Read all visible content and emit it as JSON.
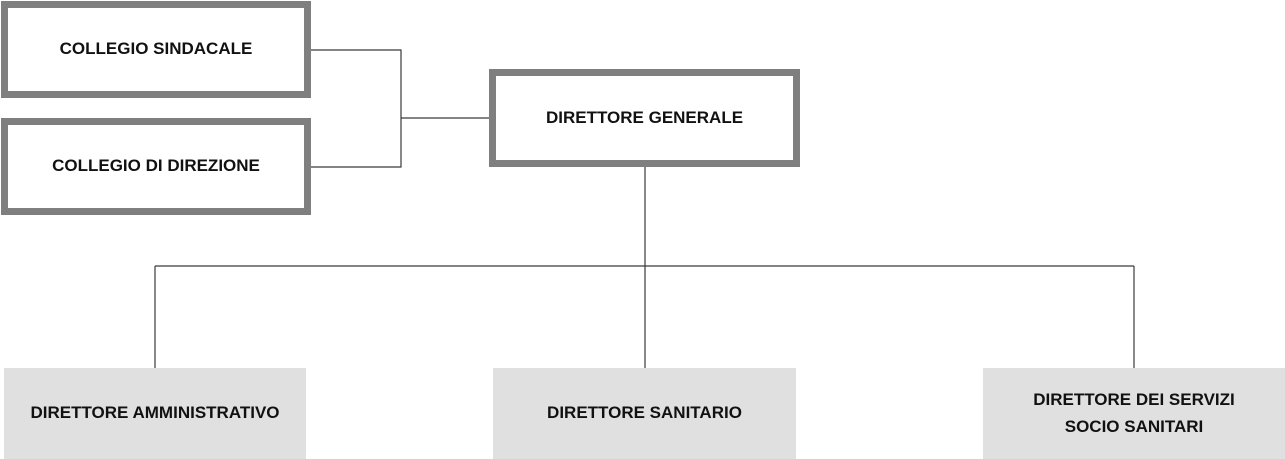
{
  "diagram": {
    "nodes": {
      "collegio_sindacale": "COLLEGIO SINDACALE",
      "collegio_direzione": "COLLEGIO DI DIREZIONE",
      "direttore_generale": "DIRETTORE GENERALE",
      "direttore_amministrativo": "DIRETTORE AMMINISTRATIVO",
      "direttore_sanitario": "DIRETTORE SANITARIO",
      "direttore_servizi": "DIRETTORE DEI SERVIZI\nSOCIO SANITARI"
    },
    "edges": [
      {
        "from": "collegio_sindacale",
        "to": "direttore_generale"
      },
      {
        "from": "collegio_direzione",
        "to": "direttore_generale"
      },
      {
        "from": "direttore_generale",
        "to": "direttore_amministrativo"
      },
      {
        "from": "direttore_generale",
        "to": "direttore_sanitario"
      },
      {
        "from": "direttore_generale",
        "to": "direttore_servizi"
      }
    ],
    "colors": {
      "outline": "#7f7f7f",
      "fill": "#e0e0e0",
      "connector": "#3a3a3a",
      "text": "#111111"
    }
  }
}
